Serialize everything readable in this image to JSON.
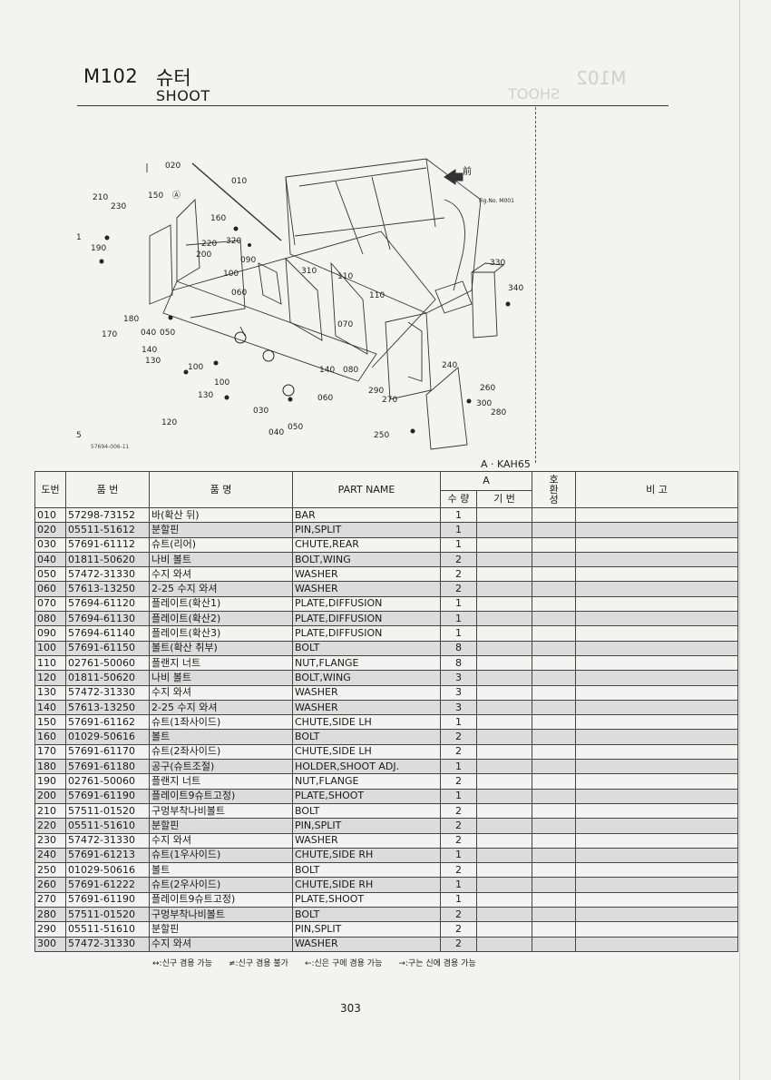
{
  "header": {
    "code": "M102",
    "title_kr": "슈터",
    "title_en": "SHOOT"
  },
  "figure": {
    "callouts": [
      "020",
      "010",
      "210",
      "230",
      "150",
      "Ⓐ",
      "160",
      "220",
      "200",
      "320",
      "190",
      "090",
      "310",
      "110",
      "100",
      "060",
      "180",
      "040",
      "050",
      "170",
      "070",
      "110",
      "140",
      "130",
      "100",
      "140",
      "080",
      "100",
      "130",
      "120",
      "030",
      "050",
      "040",
      "060",
      "290",
      "270",
      "240",
      "260",
      "300",
      "280",
      "250",
      "330",
      "340",
      "1",
      "5"
    ],
    "arrow_label": "前",
    "fig_ref": "Fig.No.\nM001",
    "fig_id": "57694-006-11",
    "view_label": "A · KAH65"
  },
  "table": {
    "headers": {
      "no": "도번",
      "part_no": "품 번",
      "name_kr": "품 명",
      "part_name": "PART NAME",
      "group_a": "A",
      "qty": "수 량",
      "base_no": "기 번",
      "compat": "호\n환\n성",
      "remarks": "비 고"
    },
    "rows": [
      {
        "no": "010",
        "part_no": "57298-73152",
        "name_kr": "바(확산 뒤)",
        "part_name": "BAR",
        "qty": "1"
      },
      {
        "no": "020",
        "part_no": "05511-51612",
        "name_kr": "분할핀",
        "part_name": "PIN,SPLIT",
        "qty": "1"
      },
      {
        "no": "030",
        "part_no": "57691-61112",
        "name_kr": "슈트(리어)",
        "part_name": "CHUTE,REAR",
        "qty": "1"
      },
      {
        "no": "040",
        "part_no": "01811-50620",
        "name_kr": "나비 볼트",
        "part_name": "BOLT,WING",
        "qty": "2"
      },
      {
        "no": "050",
        "part_no": "57472-31330",
        "name_kr": "수지 와셔",
        "part_name": "WASHER",
        "qty": "2"
      },
      {
        "no": "060",
        "part_no": "57613-13250",
        "name_kr": "2-25 수지 와셔",
        "part_name": "WASHER",
        "qty": "2"
      },
      {
        "no": "070",
        "part_no": "57694-61120",
        "name_kr": "플레이트(확산1)",
        "part_name": "PLATE,DIFFUSION",
        "qty": "1"
      },
      {
        "no": "080",
        "part_no": "57694-61130",
        "name_kr": "플레이트(확산2)",
        "part_name": "PLATE,DIFFUSION",
        "qty": "1"
      },
      {
        "no": "090",
        "part_no": "57694-61140",
        "name_kr": "플레이트(확산3)",
        "part_name": "PLATE,DIFFUSION",
        "qty": "1"
      },
      {
        "no": "100",
        "part_no": "57691-61150",
        "name_kr": "볼트(확산 취부)",
        "part_name": "BOLT",
        "qty": "8"
      },
      {
        "no": "110",
        "part_no": "02761-50060",
        "name_kr": "플랜지 너트",
        "part_name": "NUT,FLANGE",
        "qty": "8"
      },
      {
        "no": "120",
        "part_no": "01811-50620",
        "name_kr": "나비 볼트",
        "part_name": "BOLT,WING",
        "qty": "3"
      },
      {
        "no": "130",
        "part_no": "57472-31330",
        "name_kr": "수지 와셔",
        "part_name": "WASHER",
        "qty": "3"
      },
      {
        "no": "140",
        "part_no": "57613-13250",
        "name_kr": "2-25 수지 와셔",
        "part_name": "WASHER",
        "qty": "3"
      },
      {
        "no": "150",
        "part_no": "57691-61162",
        "name_kr": "슈트(1좌사이드)",
        "part_name": "CHUTE,SIDE LH",
        "qty": "1"
      },
      {
        "no": "160",
        "part_no": "01029-50616",
        "name_kr": "볼트",
        "part_name": "BOLT",
        "qty": "2"
      },
      {
        "no": "170",
        "part_no": "57691-61170",
        "name_kr": "슈트(2좌사이드)",
        "part_name": "CHUTE,SIDE LH",
        "qty": "2"
      },
      {
        "no": "180",
        "part_no": "57691-61180",
        "name_kr": "공구(슈트조절)",
        "part_name": "HOLDER,SHOOT ADJ.",
        "qty": "1"
      },
      {
        "no": "190",
        "part_no": "02761-50060",
        "name_kr": "플랜지 너트",
        "part_name": "NUT,FLANGE",
        "qty": "2"
      },
      {
        "no": "200",
        "part_no": "57691-61190",
        "name_kr": "플레이트9슈트고정)",
        "part_name": "PLATE,SHOOT",
        "qty": "1"
      },
      {
        "no": "210",
        "part_no": "57511-01520",
        "name_kr": "구멍부착나비볼트",
        "part_name": "BOLT",
        "qty": "2"
      },
      {
        "no": "220",
        "part_no": "05511-51610",
        "name_kr": "분할핀",
        "part_name": "PIN,SPLIT",
        "qty": "2"
      },
      {
        "no": "230",
        "part_no": "57472-31330",
        "name_kr": "수지 와셔",
        "part_name": "WASHER",
        "qty": "2"
      },
      {
        "no": "240",
        "part_no": "57691-61213",
        "name_kr": "슈트(1우사이드)",
        "part_name": "CHUTE,SIDE RH",
        "qty": "1"
      },
      {
        "no": "250",
        "part_no": "01029-50616",
        "name_kr": "볼트",
        "part_name": "BOLT",
        "qty": "2"
      },
      {
        "no": "260",
        "part_no": "57691-61222",
        "name_kr": "슈트(2우사이드)",
        "part_name": "CHUTE,SIDE RH",
        "qty": "1"
      },
      {
        "no": "270",
        "part_no": "57691-61190",
        "name_kr": "플레이트9슈트고정)",
        "part_name": "PLATE,SHOOT",
        "qty": "1"
      },
      {
        "no": "280",
        "part_no": "57511-01520",
        "name_kr": "구멍부착나비볼트",
        "part_name": "BOLT",
        "qty": "2"
      },
      {
        "no": "290",
        "part_no": "05511-51610",
        "name_kr": "분할핀",
        "part_name": "PIN,SPLIT",
        "qty": "2"
      },
      {
        "no": "300",
        "part_no": "57472-31330",
        "name_kr": "수지 와셔",
        "part_name": "WASHER",
        "qty": "2"
      }
    ]
  },
  "legend": "↔:신구 겸용 가능　　≠:신구 겸용 불가　　←:신은 구에 겸용 가능　　→:구는 신에 겸용 가능",
  "page_number": "303"
}
